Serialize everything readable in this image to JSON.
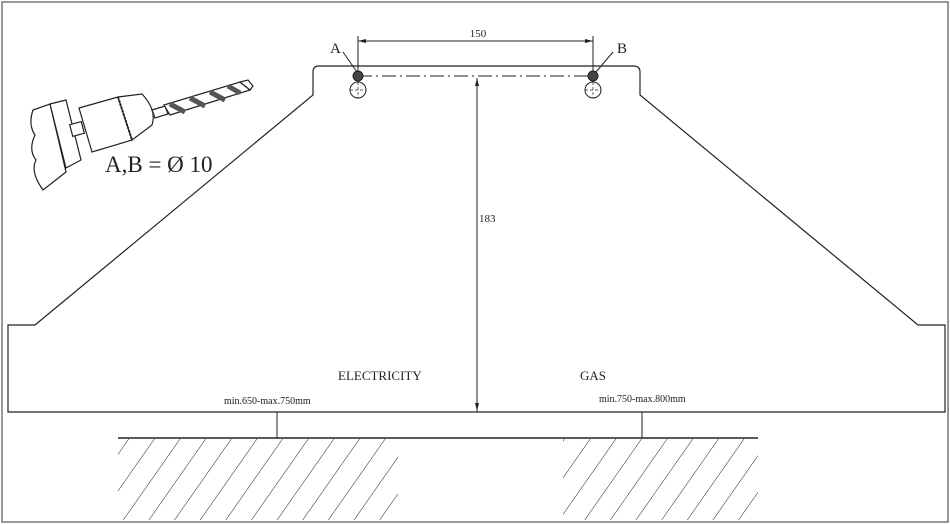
{
  "labels": {
    "point_a": "A",
    "point_b": "B",
    "drill_spec": "A,B = Ø 10",
    "hole_spacing": "150",
    "height_dimension": "183",
    "electricity": "ELECTRICITY",
    "gas": "GAS",
    "electricity_height": "min.650-max.750mm",
    "gas_height": "min.750-max.800mm"
  },
  "colors": {
    "line": "#222222",
    "frame": "#777777",
    "hole_fill": "#444444"
  }
}
